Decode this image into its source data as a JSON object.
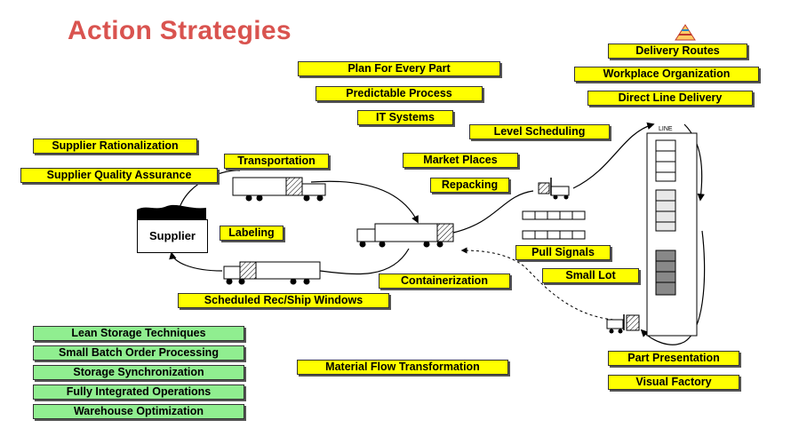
{
  "title": "Action Strategies",
  "labels": {
    "plan_for_every_part": "Plan For Every Part",
    "predictable_process": "Predictable Process",
    "it_systems": "IT Systems",
    "level_scheduling": "Level Scheduling",
    "market_places": "Market Places",
    "repacking": "Repacking",
    "supplier_rationalization": "Supplier Rationalization",
    "supplier_quality_assurance": "Supplier Quality Assurance",
    "transportation": "Transportation",
    "labeling": "Labeling",
    "containerization": "Containerization",
    "scheduled_windows": "Scheduled Rec/Ship Windows",
    "delivery_routes": "Delivery Routes",
    "workplace_organization": "Workplace Organization",
    "direct_line_delivery": "Direct Line Delivery",
    "pull_signals": "Pull Signals",
    "small_lot": "Small Lot",
    "part_presentation": "Part Presentation",
    "visual_factory": "Visual Factory",
    "material_flow_transformation": "Material Flow Transformation",
    "lean_storage": "Lean Storage Techniques",
    "small_batch": "Small Batch Order Processing",
    "storage_sync": "Storage Synchronization",
    "fully_integrated": "Fully Integrated Operations",
    "warehouse_opt": "Warehouse Optimization",
    "supplier": "Supplier",
    "line": "LINE"
  },
  "colors": {
    "yellow_box": "#ffff00",
    "green_box": "#90ee90",
    "title": "#d9534f"
  }
}
